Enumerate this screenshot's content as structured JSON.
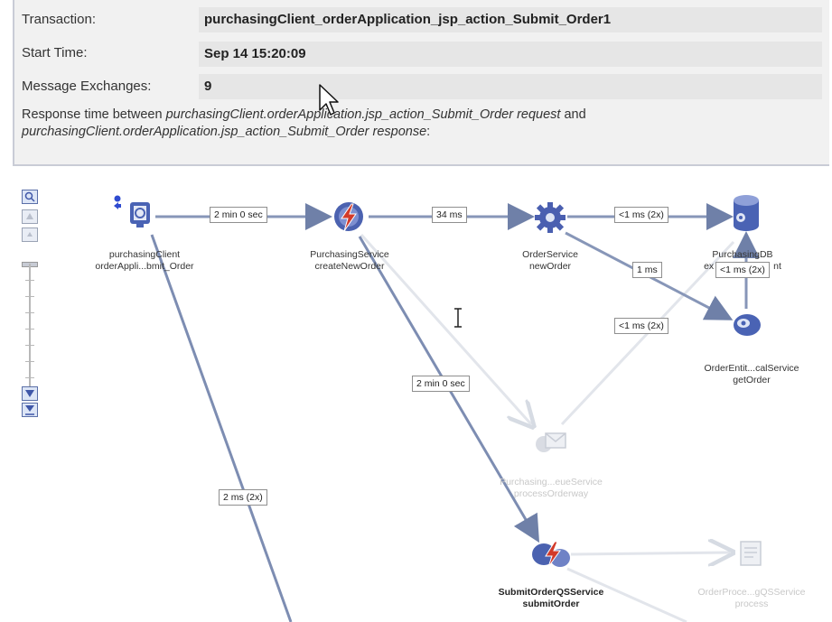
{
  "info": {
    "transaction_label": "Transaction:",
    "transaction_value": "purchasingClient_orderApplication_jsp_action_Submit_Order1",
    "start_time_label": "Start Time:",
    "start_time_value": "Sep 14 15:20:09",
    "message_exchanges_label": "Message Exchanges:",
    "message_exchanges_value": "9",
    "desc_prefix": "Response time between ",
    "desc_request": "purchasingClient.orderApplication.jsp_action_Submit_Order request",
    "desc_and": " and ",
    "desc_response": "purchasingClient.orderApplication.jsp_action_Submit_Order response",
    "desc_suffix": ":"
  },
  "nodes": {
    "client": {
      "line1": "purchasingClient",
      "line2": "orderAppli...bmit_Order",
      "icon": "client-app-icon"
    },
    "purchasing": {
      "line1": "PurchasingService",
      "line2": "createNewOrder",
      "icon": "service-bolt-icon"
    },
    "orderservice": {
      "line1": "OrderService",
      "line2": "newOrder",
      "icon": "gear-icon"
    },
    "purchasingdb": {
      "line1": "PurchasingDB",
      "line2": "ex",
      "line2b": "nt",
      "icon": "database-icon"
    },
    "orderentity": {
      "line1": "OrderEntit...calService",
      "line2": "getOrder",
      "icon": "entity-service-icon"
    },
    "queue": {
      "line1": "Purchasing...eueService",
      "line2": "processOrderway",
      "icon": "mail-queue-icon"
    },
    "submitqs": {
      "line1": "SubmitOrderQSService",
      "line2": "submitOrder",
      "icon": "service-bolt-icon"
    },
    "orderproc": {
      "line1": "OrderProce...gQSService",
      "line2": "process",
      "icon": "process-doc-icon"
    }
  },
  "edges": {
    "client_purchasing": "2 min 0 sec",
    "purchasing_orderservice": "34 ms",
    "orderservice_db": "<1 ms (2x)",
    "orderservice_entity": "1 ms",
    "entity_db": "<1 ms (2x)",
    "queue_db": "<1 ms (2x)",
    "purchasing_submit": "2 min 0 sec",
    "client_bottom": "2 ms (2x)"
  },
  "colors": {
    "panel_bg": "#f1f1f1",
    "value_bg": "#e6e6e6",
    "edge_active": "#7f8fb3",
    "edge_faded": "#dfe3ea",
    "node_blue": "#3f57a8",
    "node_red": "#d23a2a"
  }
}
